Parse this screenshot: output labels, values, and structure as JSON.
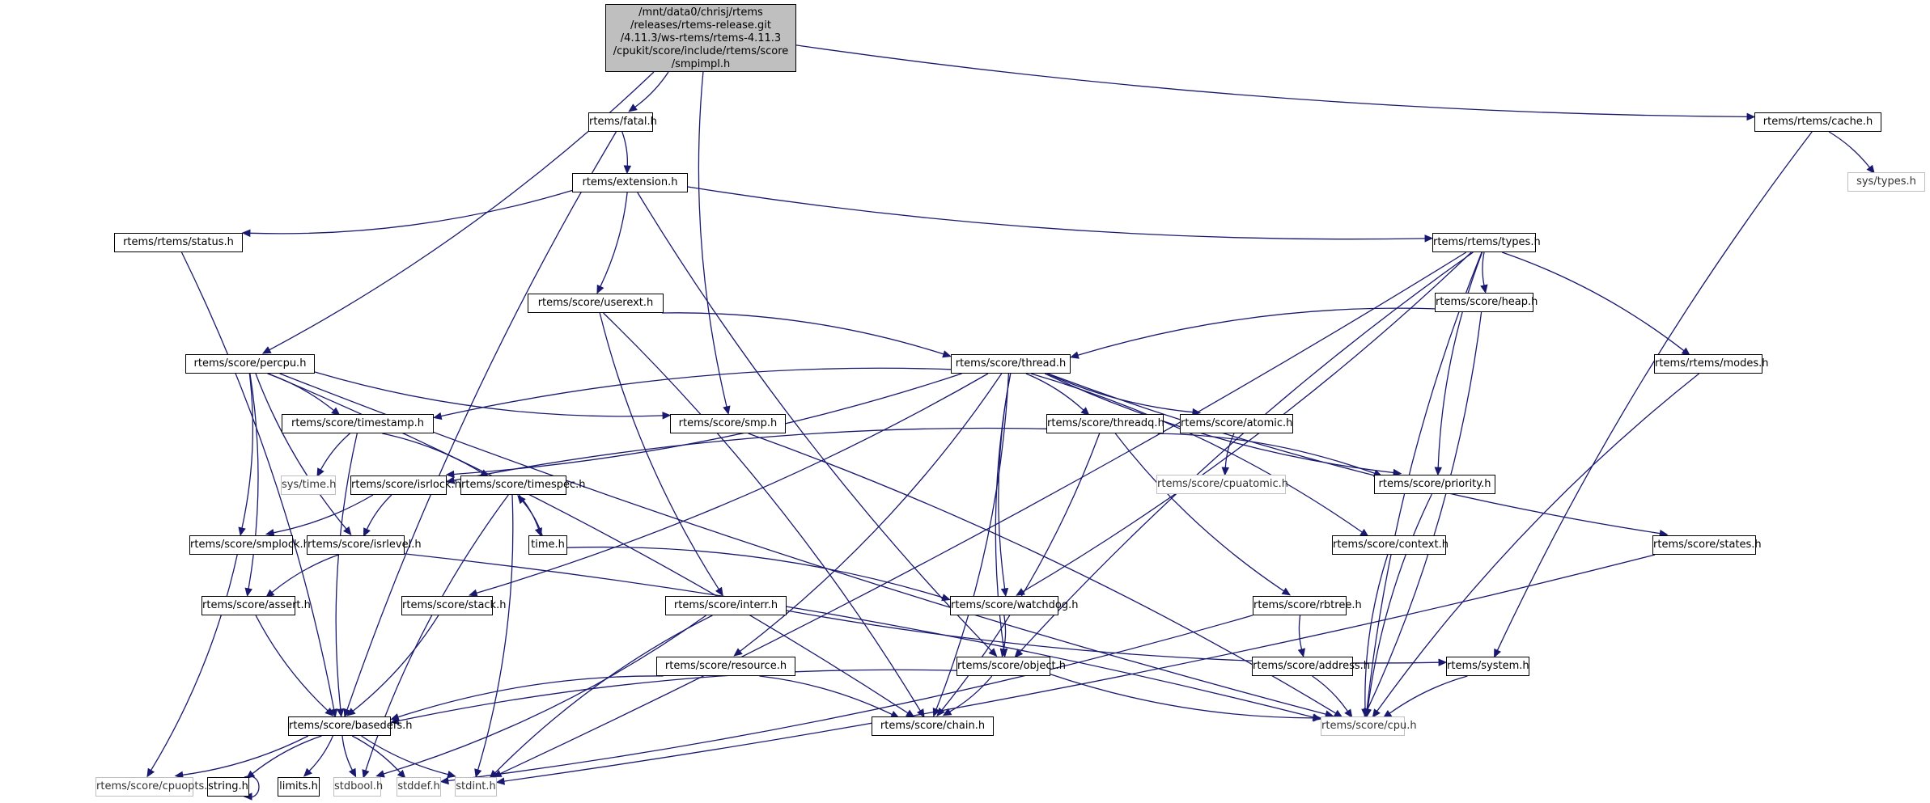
{
  "root": {
    "label": "/mnt/data0/chrisj/rtems\n/releases/rtems-release.git\n/4.11.3/ws-rtems/rtems-4.11.3\n/cpukit/score/include/rtems/score\n/smpimpl.h"
  },
  "colors": {
    "edge": "#191970",
    "root_fill": "#bfbfbf",
    "node_border": "#000000",
    "external_border": "#bfbfbf"
  },
  "nodes": [
    {
      "id": "fatal",
      "label": "rtems/fatal.h",
      "external": false
    },
    {
      "id": "cache",
      "label": "rtems/rtems/cache.h",
      "external": false
    },
    {
      "id": "sys_types",
      "label": "sys/types.h",
      "external": true
    },
    {
      "id": "extension",
      "label": "rtems/extension.h",
      "external": false
    },
    {
      "id": "status",
      "label": "rtems/rtems/status.h",
      "external": false
    },
    {
      "id": "rtypes",
      "label": "rtems/rtems/types.h",
      "external": false
    },
    {
      "id": "userext",
      "label": "rtems/score/userext.h",
      "external": false
    },
    {
      "id": "heap",
      "label": "rtems/score/heap.h",
      "external": false
    },
    {
      "id": "percpu",
      "label": "rtems/score/percpu.h",
      "external": false
    },
    {
      "id": "thread",
      "label": "rtems/score/thread.h",
      "external": false
    },
    {
      "id": "modes",
      "label": "rtems/rtems/modes.h",
      "external": false
    },
    {
      "id": "timestamp",
      "label": "rtems/score/timestamp.h",
      "external": false
    },
    {
      "id": "smp",
      "label": "rtems/score/smp.h",
      "external": false
    },
    {
      "id": "threadq",
      "label": "rtems/score/threadq.h",
      "external": false
    },
    {
      "id": "atomic",
      "label": "rtems/score/atomic.h",
      "external": false
    },
    {
      "id": "sys_time",
      "label": "sys/time.h",
      "external": true
    },
    {
      "id": "isrlock",
      "label": "rtems/score/isrlock.h",
      "external": false
    },
    {
      "id": "timespec",
      "label": "rtems/score/timespec.h",
      "external": false
    },
    {
      "id": "cpuatomic",
      "label": "rtems/score/cpuatomic.h",
      "external": true
    },
    {
      "id": "priority",
      "label": "rtems/score/priority.h",
      "external": false
    },
    {
      "id": "time_h",
      "label": "time.h",
      "external": false
    },
    {
      "id": "smplock",
      "label": "rtems/score/smplock.h",
      "external": false
    },
    {
      "id": "isrlevel",
      "label": "rtems/score/isrlevel.h",
      "external": false
    },
    {
      "id": "context",
      "label": "rtems/score/context.h",
      "external": false
    },
    {
      "id": "states",
      "label": "rtems/score/states.h",
      "external": false
    },
    {
      "id": "assert",
      "label": "rtems/score/assert.h",
      "external": false
    },
    {
      "id": "stack",
      "label": "rtems/score/stack.h",
      "external": false
    },
    {
      "id": "interr",
      "label": "rtems/score/interr.h",
      "external": false
    },
    {
      "id": "watchdog",
      "label": "rtems/score/watchdog.h",
      "external": false
    },
    {
      "id": "rbtree",
      "label": "rtems/score/rbtree.h",
      "external": false
    },
    {
      "id": "resource",
      "label": "rtems/score/resource.h",
      "external": false
    },
    {
      "id": "object",
      "label": "rtems/score/object.h",
      "external": false
    },
    {
      "id": "address",
      "label": "rtems/score/address.h",
      "external": false
    },
    {
      "id": "system",
      "label": "rtems/system.h",
      "external": false
    },
    {
      "id": "basedefs",
      "label": "rtems/score/basedefs.h",
      "external": false
    },
    {
      "id": "chain",
      "label": "rtems/score/chain.h",
      "external": false
    },
    {
      "id": "cpu",
      "label": "rtems/score/cpu.h",
      "external": true
    },
    {
      "id": "cpuopts",
      "label": "rtems/score/cpuopts.h",
      "external": true
    },
    {
      "id": "string_h",
      "label": "string.h",
      "external": false
    },
    {
      "id": "limits_h",
      "label": "limits.h",
      "external": false
    },
    {
      "id": "stdbool_h",
      "label": "stdbool.h",
      "external": true
    },
    {
      "id": "stddef_h",
      "label": "stddef.h",
      "external": true
    },
    {
      "id": "stdint_h",
      "label": "stdint.h",
      "external": true
    }
  ],
  "edges": [
    [
      "root",
      "fatal"
    ],
    [
      "root",
      "cache"
    ],
    [
      "root",
      "percpu"
    ],
    [
      "root",
      "smp"
    ],
    [
      "fatal",
      "extension"
    ],
    [
      "fatal",
      "basedefs"
    ],
    [
      "cache",
      "sys_types"
    ],
    [
      "cache",
      "system"
    ],
    [
      "extension",
      "status"
    ],
    [
      "extension",
      "rtypes"
    ],
    [
      "extension",
      "userext"
    ],
    [
      "extension",
      "object"
    ],
    [
      "status",
      "basedefs"
    ],
    [
      "rtypes",
      "heap"
    ],
    [
      "rtypes",
      "modes"
    ],
    [
      "rtypes",
      "priority"
    ],
    [
      "rtypes",
      "watchdog"
    ],
    [
      "rtypes",
      "object"
    ],
    [
      "rtypes",
      "stdint_h"
    ],
    [
      "rtypes",
      "cpu"
    ],
    [
      "userext",
      "thread"
    ],
    [
      "userext",
      "interr"
    ],
    [
      "userext",
      "chain"
    ],
    [
      "heap",
      "thread"
    ],
    [
      "heap",
      "cpu"
    ],
    [
      "modes",
      "cpu"
    ],
    [
      "percpu",
      "timestamp"
    ],
    [
      "percpu",
      "smp"
    ],
    [
      "percpu",
      "smplock"
    ],
    [
      "percpu",
      "isrlevel"
    ],
    [
      "percpu",
      "assert"
    ],
    [
      "percpu",
      "cpu"
    ],
    [
      "percpu",
      "chain"
    ],
    [
      "thread",
      "timestamp"
    ],
    [
      "thread",
      "threadq"
    ],
    [
      "thread",
      "atomic"
    ],
    [
      "thread",
      "isrlock"
    ],
    [
      "thread",
      "priority"
    ],
    [
      "thread",
      "context"
    ],
    [
      "thread",
      "states"
    ],
    [
      "thread",
      "stack"
    ],
    [
      "thread",
      "watchdog"
    ],
    [
      "thread",
      "resource"
    ],
    [
      "thread",
      "object"
    ],
    [
      "thread",
      "chain"
    ],
    [
      "timestamp",
      "sys_time"
    ],
    [
      "timestamp",
      "timespec"
    ],
    [
      "timestamp",
      "basedefs"
    ],
    [
      "smp",
      "cpu"
    ],
    [
      "threadq",
      "isrlock"
    ],
    [
      "threadq",
      "priority"
    ],
    [
      "threadq",
      "rbtree"
    ],
    [
      "threadq",
      "chain"
    ],
    [
      "atomic",
      "cpuatomic"
    ],
    [
      "isrlock",
      "smplock"
    ],
    [
      "isrlock",
      "isrlevel"
    ],
    [
      "timespec",
      "time_h"
    ],
    [
      "timespec",
      "stdbool_h"
    ],
    [
      "timespec",
      "stdint_h"
    ],
    [
      "time_h",
      "timespec"
    ],
    [
      "time_h",
      "watchdog"
    ],
    [
      "priority",
      "cpu"
    ],
    [
      "smplock",
      "cpuopts"
    ],
    [
      "isrlevel",
      "assert"
    ],
    [
      "isrlevel",
      "cpu"
    ],
    [
      "context",
      "cpu"
    ],
    [
      "states",
      "stdint_h"
    ],
    [
      "assert",
      "basedefs"
    ],
    [
      "stack",
      "basedefs"
    ],
    [
      "interr",
      "system"
    ],
    [
      "interr",
      "stdbool_h"
    ],
    [
      "interr",
      "stdint_h"
    ],
    [
      "watchdog",
      "object"
    ],
    [
      "rbtree",
      "address"
    ],
    [
      "rbtree",
      "stddef_h"
    ],
    [
      "resource",
      "basedefs"
    ],
    [
      "resource",
      "chain"
    ],
    [
      "object",
      "basedefs"
    ],
    [
      "object",
      "chain"
    ],
    [
      "object",
      "cpu"
    ],
    [
      "address",
      "cpu"
    ],
    [
      "system",
      "cpu"
    ],
    [
      "basedefs",
      "cpuopts"
    ],
    [
      "basedefs",
      "string_h"
    ],
    [
      "basedefs",
      "limits_h"
    ],
    [
      "basedefs",
      "stdbool_h"
    ],
    [
      "basedefs",
      "stddef_h"
    ],
    [
      "basedefs",
      "stdint_h"
    ],
    [
      "string_h",
      "string_h"
    ]
  ]
}
